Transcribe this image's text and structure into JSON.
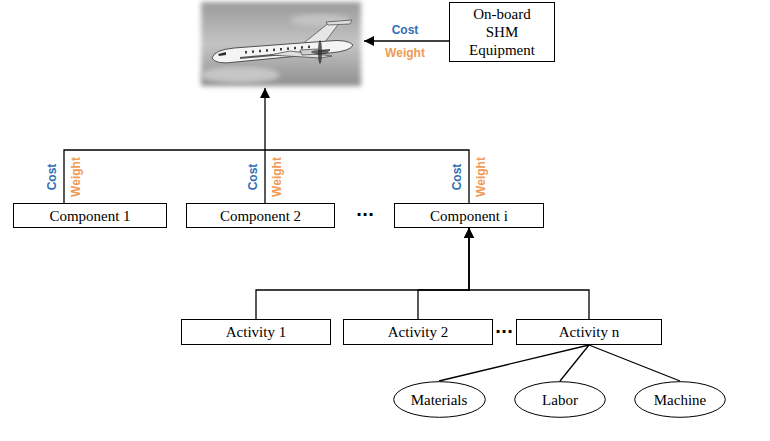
{
  "diagram": {
    "nodes": [
      {
        "text": [
          "On-board SHM Equipment"
        ]
      },
      {
        "text": [
          "Component 1"
        ]
      },
      {
        "text": [
          "Component 2"
        ]
      },
      {
        "text": [
          "Component i"
        ]
      },
      {
        "text": [
          "Activity 1"
        ]
      },
      {
        "text": [
          "Activity 2"
        ]
      },
      {
        "text": [
          "Activity n"
        ]
      },
      {
        "text": [
          "Materials"
        ]
      },
      {
        "text": [
          "Labor"
        ]
      },
      {
        "text": [
          "Machine"
        ]
      }
    ],
    "edges": [
      {
        "from": 4,
        "to": 3,
        "arrow": "to"
      },
      {
        "from": 5,
        "to": 3,
        "arrow": "to"
      },
      {
        "from": 6,
        "to": 3,
        "arrow": "to"
      },
      {
        "from": 6,
        "to": 7,
        "arrow": "none"
      },
      {
        "from": 6,
        "to": 8,
        "arrow": "none"
      },
      {
        "from": 6,
        "to": 9,
        "arrow": "none"
      }
    ],
    "labels": [
      "Cost",
      "Weight",
      "Cost",
      "Weight",
      "Cost",
      "Weight",
      "Cost",
      "Weight",
      "···",
      "···"
    ]
  }
}
